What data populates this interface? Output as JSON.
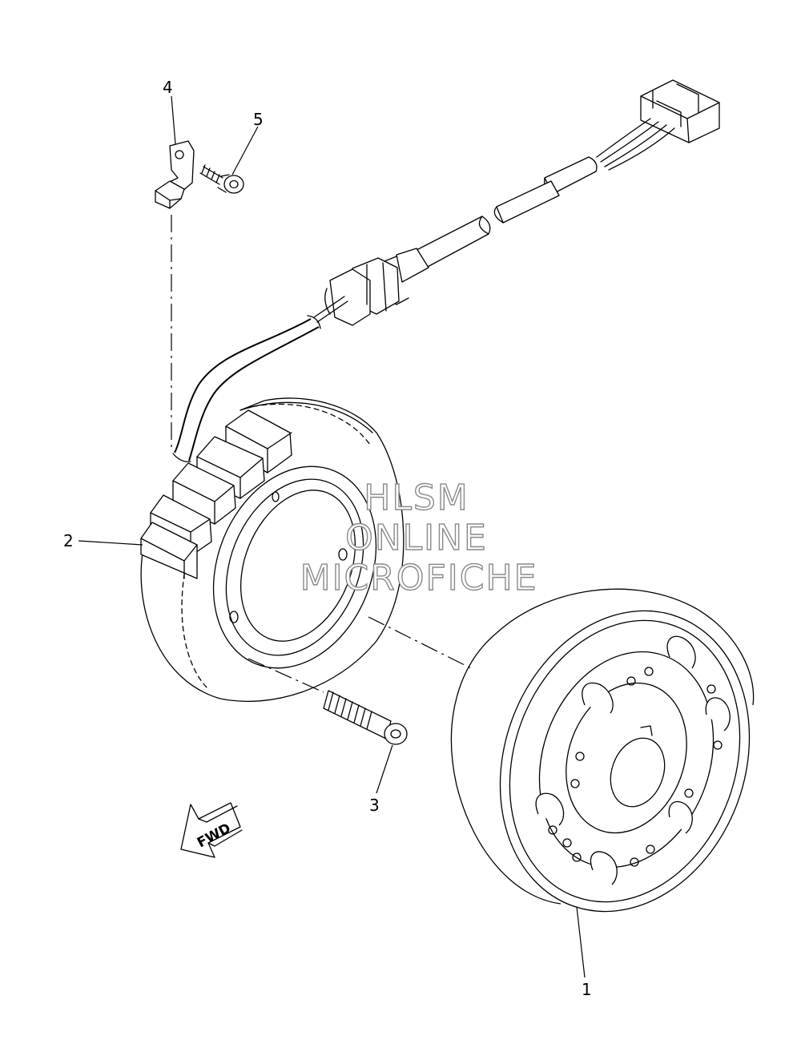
{
  "callouts": {
    "part_1": "1",
    "part_2": "2",
    "part_3": "3",
    "part_4": "4",
    "part_5": "5"
  },
  "direction_label": "FWD",
  "watermark": {
    "line1": "HLSM",
    "line2": "ONLINE",
    "line3": "MICROFICHE"
  }
}
